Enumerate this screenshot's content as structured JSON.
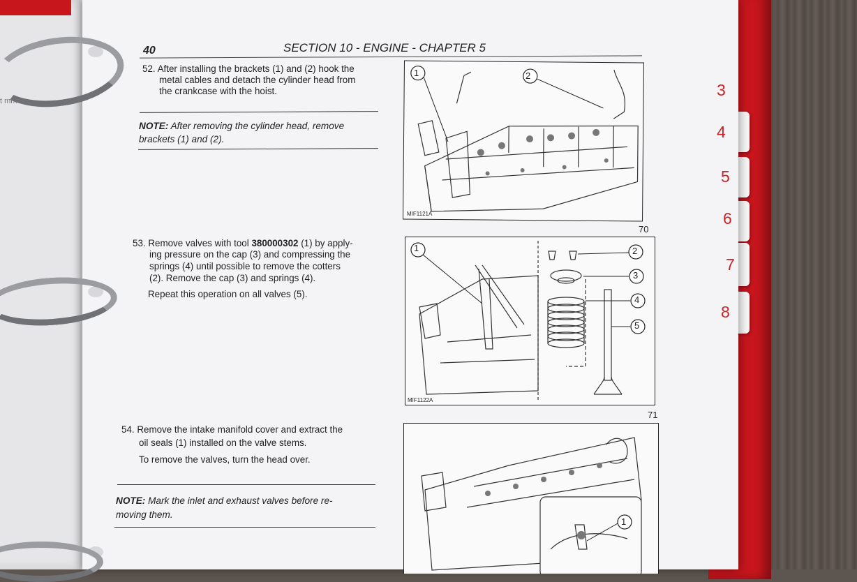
{
  "header": {
    "page_number": "40",
    "title": "SECTION 10 - ENGINE - CHAPTER 5"
  },
  "left_page": {
    "fragment": "t mm"
  },
  "tabs": [
    "3",
    "4",
    "5",
    "6",
    "7",
    "8"
  ],
  "steps": {
    "s52": {
      "lines": [
        "52. After installing the brackets (1) and (2) hook the",
        "metal cables and detach the cylinder head from",
        "the crankcase with the hoist."
      ],
      "note_label": "NOTE:",
      "note_line1": "After removing the cylinder head, remove",
      "note_line2": "brackets (1) and (2)."
    },
    "s53": {
      "line1_a": "53. Remove valves with tool ",
      "line1_tool": "380000302",
      "line1_b": " (1) by apply-",
      "lines": [
        "ing pressure on the cap (3) and compressing the",
        "springs (4) until possible to remove the cotters",
        "(2). Remove the cap (3) and springs (4)."
      ],
      "repeat": "Repeat this operation on all valves (5)."
    },
    "s54": {
      "lines": [
        "54. Remove the intake manifold cover and extract the",
        "oil seals (1) installed on the valve stems."
      ],
      "turn": "To remove the valves, turn the head over.",
      "note_label": "NOTE:",
      "note_line1": "Mark the inlet and exhaust valves before re-",
      "note_line2": "moving them."
    }
  },
  "figures": {
    "f70": {
      "code": "MIF1121A",
      "number": "70",
      "callouts": [
        "1",
        "2"
      ]
    },
    "f71": {
      "code": "MIF1122A",
      "number": "71",
      "callouts": [
        "1",
        "2",
        "3",
        "4",
        "5"
      ]
    },
    "f72": {
      "callouts": [
        "1"
      ]
    }
  }
}
